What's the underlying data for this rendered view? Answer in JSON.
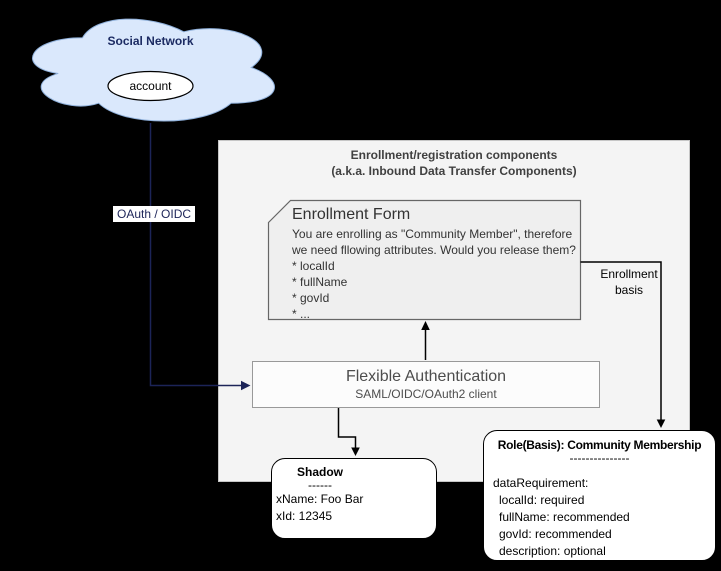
{
  "cloud": {
    "title": "Social Network",
    "account_node": "account"
  },
  "oauth_edge": {
    "label": "OAuth / OIDC"
  },
  "container": {
    "title_line1": "Enrollment/registration components",
    "title_line2": "(a.k.a. Inbound Data Transfer Components)"
  },
  "enrollment_form": {
    "title": "Enrollment Form",
    "body_line1": "You are enrolling as \"Community Member\", therefore",
    "body_line2": "we need fllowing attributes. Would you release them?",
    "attributes": [
      "* localId",
      "* fullName",
      "* govId",
      "* ..."
    ]
  },
  "enrollment_basis_edge": {
    "label_line1": "Enrollment",
    "label_line2": "basis"
  },
  "flexible_auth": {
    "title": "Flexible Authentication",
    "subtitle": "SAML/OIDC/OAuth2 client"
  },
  "shadow": {
    "title": "Shadow",
    "divider": "------",
    "fields": [
      "xName: Foo Bar",
      "xId: 12345"
    ]
  },
  "role": {
    "title": "Role(Basis): Community Membership",
    "divider": "---------------",
    "requirements_header": "dataRequirement:",
    "items": [
      "localId: required",
      "fullName: recommended",
      "govId: recommended",
      "description: optional"
    ]
  },
  "colors": {
    "background": "#000000",
    "cloud_fill": "#dae8fc",
    "navy_accent": "#1c2458",
    "container_fill": "#f4f4f4",
    "note_fill": "#efefef",
    "box_fill": "#fcfcfc"
  }
}
